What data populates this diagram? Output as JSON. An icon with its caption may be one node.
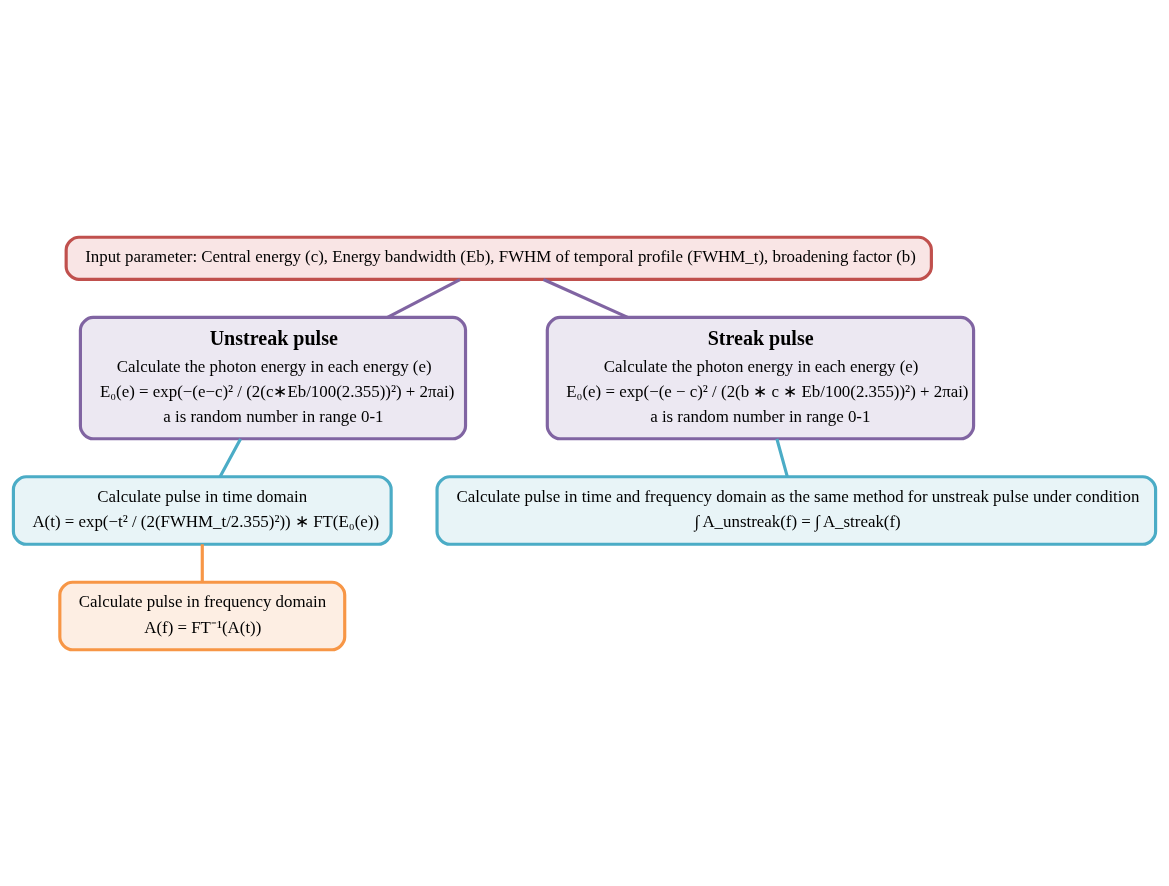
{
  "diagram": {
    "nodes": [
      {
        "text": [
          "Input parameter: Central energy (c), Energy bandwidth (Eb), FWHM of temporal profile (FWHM_t), broadening factor (b)"
        ]
      },
      {
        "text": [
          "Unstreak pulse",
          "Calculate the photon energy in each energy (e)",
          "E₀(e) = exp(−(e−c)² / (2(c∗Eb/100(2.355))²) + 2πai)",
          "a is random number in range 0-1"
        ]
      },
      {
        "text": [
          "Streak pulse",
          "Calculate the photon energy in each energy (e)",
          "E₀(e) = exp(−(e − c)² / (2(b ∗ c ∗ Eb/100(2.355))²) + 2πai)",
          "a is random number in range 0-1"
        ]
      },
      {
        "text": [
          "Calculate pulse in time domain",
          "A(t) = exp(−t² / (2(FWHM_t/2.355)²)) ∗ FT(E₀(e))"
        ]
      },
      {
        "text": [
          "Calculate pulse in frequency domain",
          "A(f) = FT⁻¹(A(t))"
        ]
      },
      {
        "text": [
          "Calculate pulse in time and frequency domain as the same method for unstreak pulse under condition",
          "∫ A_unstreak(f) = ∫ A_streak(f)"
        ]
      }
    ],
    "edges": [
      {
        "from": 0,
        "to": 1,
        "arrow": "none",
        "color": "#8064a2"
      },
      {
        "from": 0,
        "to": 2,
        "arrow": "none",
        "color": "#8064a2"
      },
      {
        "from": 1,
        "to": 3,
        "arrow": "none",
        "color": "#4bacc6"
      },
      {
        "from": 3,
        "to": 4,
        "arrow": "none",
        "color": "#f79646"
      },
      {
        "from": 2,
        "to": 5,
        "arrow": "none",
        "color": "#4bacc6"
      }
    ]
  }
}
